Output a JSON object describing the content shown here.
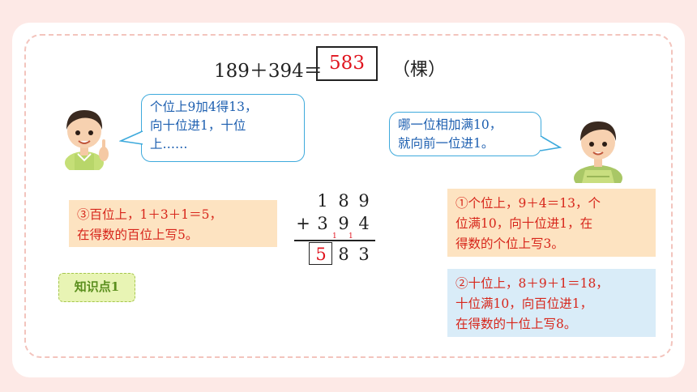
{
  "equation": {
    "expression": "189＋394＝",
    "answer": "583",
    "unit": "（棵）"
  },
  "bubbles": {
    "left": [
      "个位上9加4得13，",
      "向十位进1，十位",
      "上……"
    ],
    "right": [
      "哪一位相加满10，",
      "就向前一位进1。"
    ]
  },
  "vertical": {
    "row1": [
      "1",
      "8",
      "9"
    ],
    "operator": "+",
    "row2": [
      "3",
      "9",
      "4"
    ],
    "carries": [
      "1",
      "1"
    ],
    "result": [
      "5",
      "8",
      "3"
    ]
  },
  "notes": {
    "step3": [
      "③百位上，1＋3＋1＝5，",
      "在得数的百位上写5。"
    ],
    "step1": [
      "①个位上，9＋4＝13，个",
      "位满10，向十位进1，在",
      "得数的个位上写3。"
    ],
    "step2": [
      "②十位上，8＋9＋1＝18，",
      "十位满10，向百位进1，",
      "在得数的十位上写8。"
    ]
  },
  "knowledge_tag": "知识点1",
  "colors": {
    "background": "#fde9e6",
    "answer_red": "#e0141e",
    "bubble_text": "#1d5fb0",
    "note_orange_bg": "#fde3c1",
    "note_blue_bg": "#d9ecf8",
    "tag_green": "#5b8f1e"
  }
}
